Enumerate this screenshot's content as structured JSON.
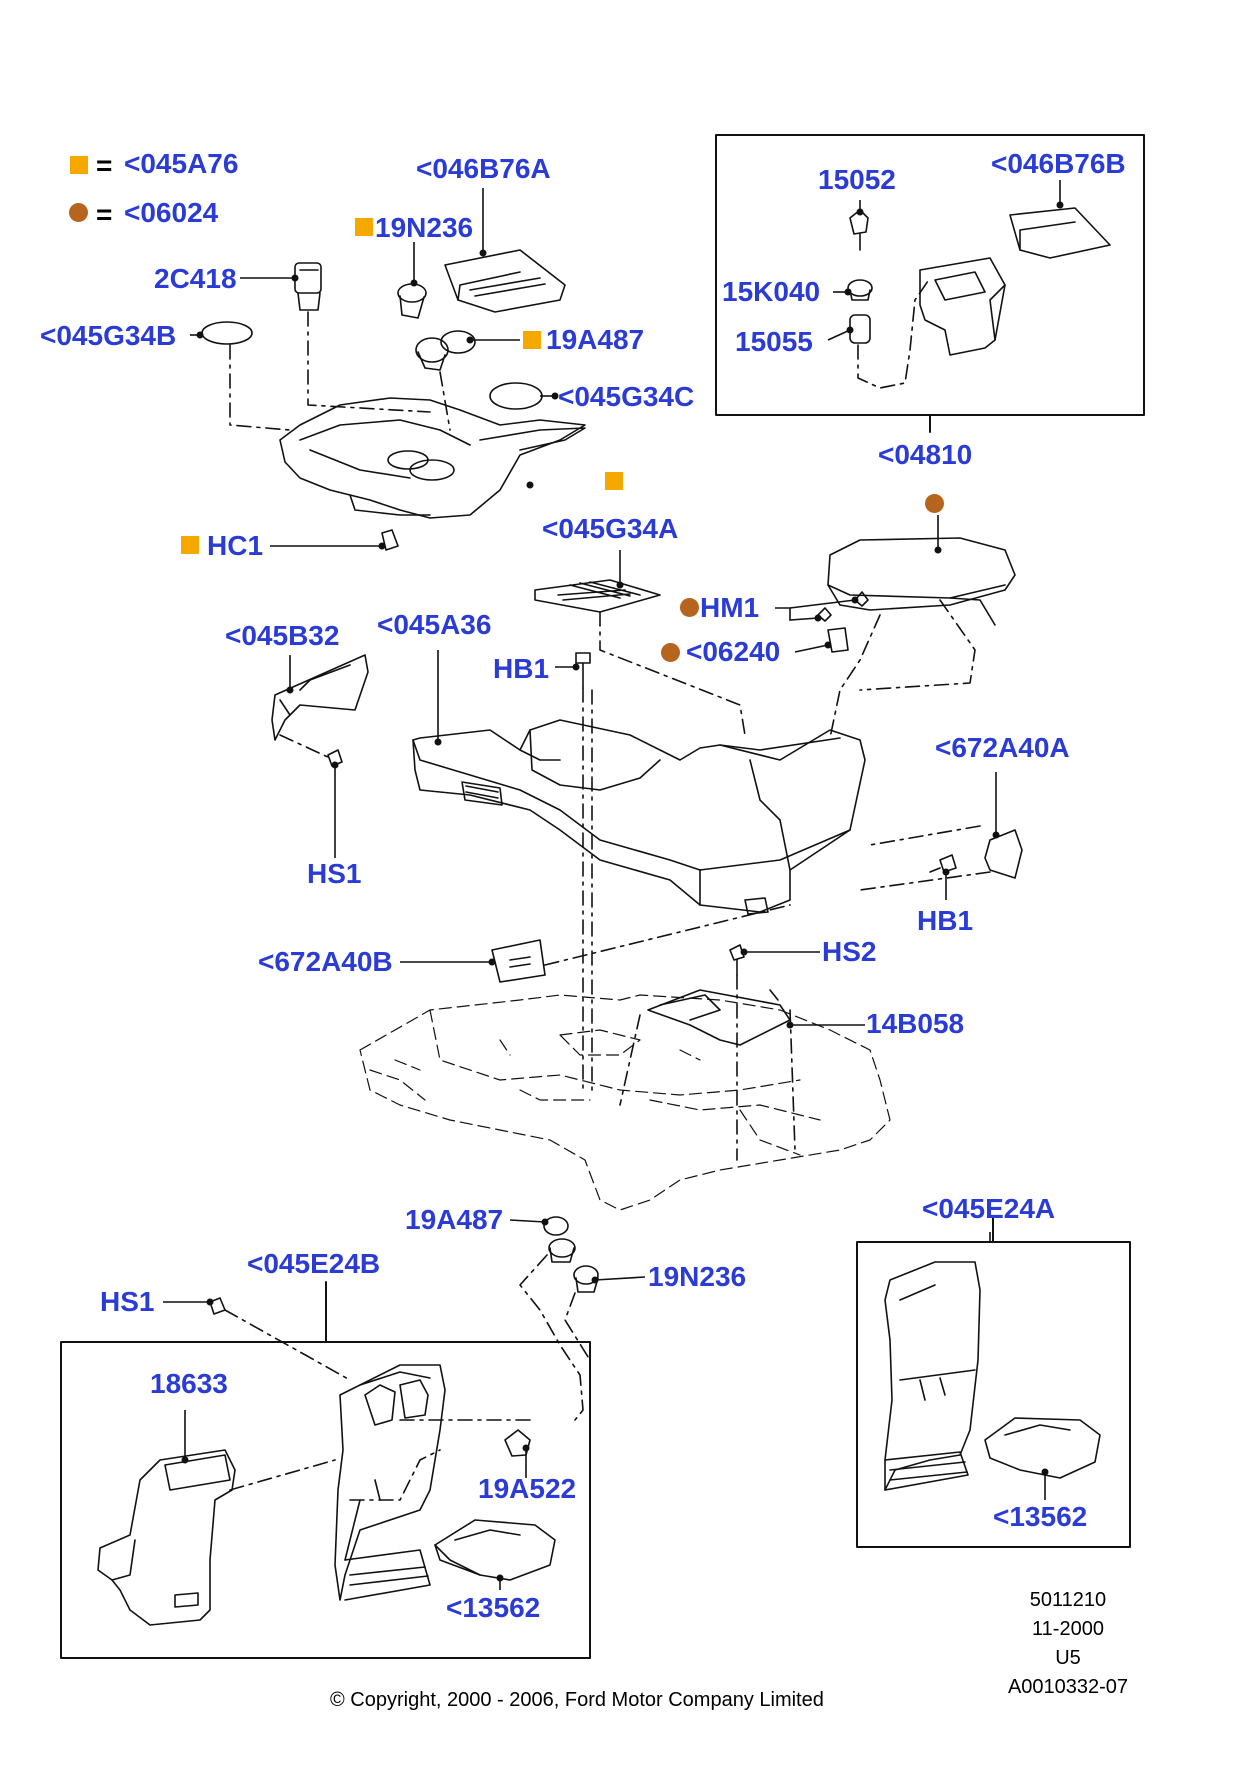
{
  "colors": {
    "label": "#2a3bd6",
    "square_marker": "#f5a800",
    "dot_marker": "#b5651d",
    "line": "#111111"
  },
  "legend": {
    "square_equals": "=",
    "square_code": "<045A76",
    "dot_equals": "=",
    "dot_code": "<06024"
  },
  "callouts": {
    "c_046B76A": "<046B76A",
    "c_19N236_top": "19N236",
    "c_2C418": "2C418",
    "c_045G34B": "<045G34B",
    "c_19A487_top": "19A487",
    "c_045G34C": "<045G34C",
    "c_HC1": "HC1",
    "c_15052": "15052",
    "c_046B76B": "<046B76B",
    "c_15K040": "15K040",
    "c_15055": "15055",
    "c_04810": "<04810",
    "c_045G34A": "<045G34A",
    "c_HM1": "HM1",
    "c_06240": "<06240",
    "c_045B32": "<045B32",
    "c_045A36": "<045A36",
    "c_HB1_top": "HB1",
    "c_672A40A": "<672A40A",
    "c_HS1_mid": "HS1",
    "c_HB1_right": "HB1",
    "c_672A40B": "<672A40B",
    "c_HS2": "HS2",
    "c_14B058": "14B058",
    "c_19A487_bottom": "19A487",
    "c_045E24B": "<045E24B",
    "c_19N236_bottom": "19N236",
    "c_045E24A": "<045E24A",
    "c_HS1_bottom": "HS1",
    "c_18633": "18633",
    "c_19A522": "19A522",
    "c_13562_left": "<13562",
    "c_13562_right": "<13562"
  },
  "reference": {
    "line1": "5011210",
    "line2": "11-2000",
    "line3": "U5",
    "line4": "A0010332-07"
  },
  "copyright": "© Copyright, 2000 - 2006, Ford Motor Company Limited"
}
